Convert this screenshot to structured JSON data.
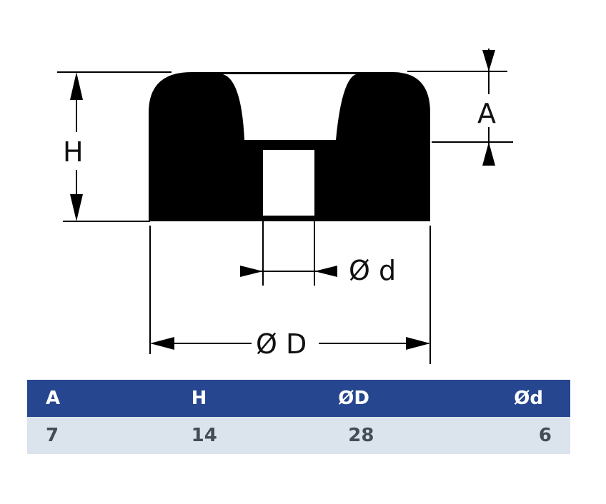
{
  "diagram": {
    "labels": {
      "height": "H",
      "top_depth": "A",
      "inner_diameter": "Ø d",
      "outer_diameter": "Ø D"
    }
  },
  "table": {
    "headers": [
      "A",
      "H",
      "ØD",
      "Ød"
    ],
    "rows": [
      [
        "7",
        "14",
        "28",
        "6"
      ]
    ]
  },
  "colors": {
    "header_bg": "#26468f",
    "row_bg": "#dbe3ec",
    "part_fill": "#000000"
  }
}
